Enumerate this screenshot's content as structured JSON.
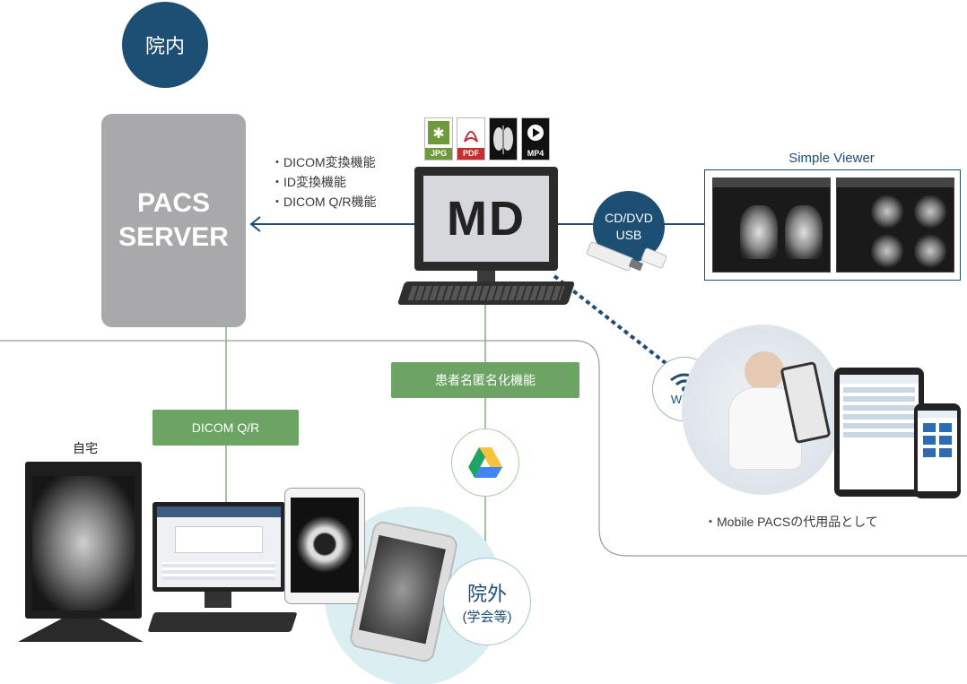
{
  "labels": {
    "inside_hospital": "院内",
    "pacs_line1": "PACS",
    "pacs_line2": "SERVER",
    "md": "MD",
    "cd_line1": "CD/DVD",
    "cd_line2": "USB",
    "simple_viewer": "Simple Viewer",
    "wifi": "Wi-Fi",
    "dicom_qr": "DICOM Q/R",
    "anonymize": "患者名匿名化機能",
    "home": "自宅",
    "outside_line1": "院外",
    "outside_line2": "(学会等)",
    "mobile_pacs": "Mobile PACSの代用品として"
  },
  "features": [
    "DICOM変換機能",
    "ID変換機能",
    "DICOM Q/R機能"
  ],
  "file_formats": [
    {
      "label": "JPG",
      "color": "#6f9a3b",
      "icon": "jpg-file-icon"
    },
    {
      "label": "PDF",
      "color": "#c62f2f",
      "icon": "pdf-file-icon"
    },
    {
      "label": "",
      "color": "#222222",
      "icon": "xray-file-icon"
    },
    {
      "label": "MP4",
      "color": "#222222",
      "icon": "mp4-file-icon"
    }
  ],
  "colors": {
    "navy": "#1d4e74",
    "green": "#6ba463",
    "gray_server": "#a9a9ab",
    "line_gray": "#999999"
  }
}
